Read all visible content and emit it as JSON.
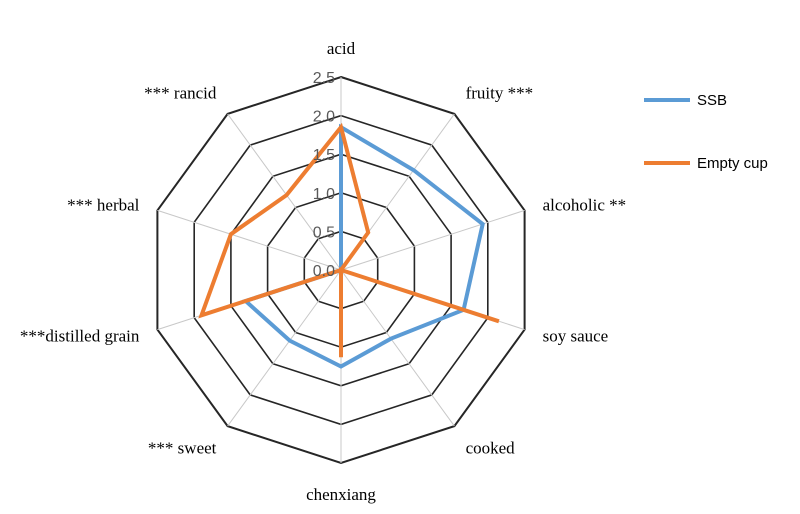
{
  "chart_data": {
    "type": "radar",
    "categories": [
      "acid",
      "fruity",
      "alcoholic",
      "soy sauce",
      "cooked",
      "chenxiang",
      "sweet",
      "distilled grain",
      "herbal",
      "rancid"
    ],
    "category_labels": [
      "acid",
      "fruity ***",
      "alcoholic **",
      "soy sauce",
      "cooked",
      "chenxiang",
      "*** sweet",
      "***distilled grain",
      "*** herbal",
      "*** rancid"
    ],
    "rmin": 0,
    "rmax": 2.5,
    "ticks": [
      "0.0",
      "0.5",
      "1.0",
      "1.5",
      "2.0",
      "2.5"
    ],
    "tick_values": [
      0,
      0.5,
      1.0,
      1.5,
      2.0,
      2.5
    ],
    "series": [
      {
        "name": "SSB",
        "color": "#5B9BD5",
        "values": [
          1.85,
          1.6,
          1.93,
          1.67,
          1.1,
          1.25,
          1.13,
          1.3,
          0,
          0
        ]
      },
      {
        "name": "Empty cup",
        "color": "#ED7D31",
        "values": [
          1.85,
          0.6,
          0,
          2.15,
          0.0,
          1.13,
          0,
          1.9,
          1.5,
          1.2
        ]
      }
    ],
    "legend_position": "right"
  }
}
